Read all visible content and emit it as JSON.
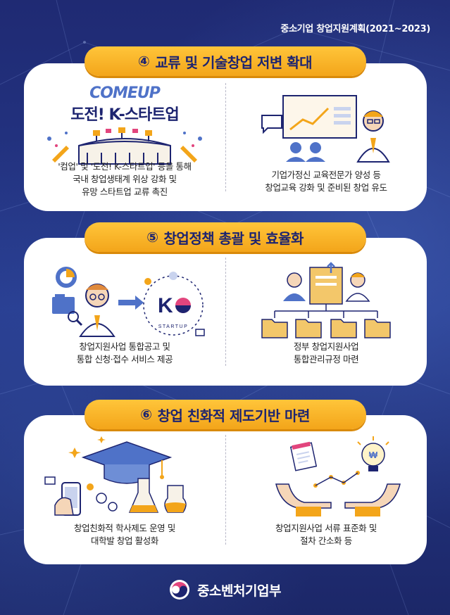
{
  "header": {
    "title": "중소기업 창업지원계획(2021~2023)"
  },
  "sections": [
    {
      "number": "④",
      "title": "교류 및 기술창업 저변 확대",
      "left": {
        "brand_logo": "COMEUP",
        "brand_sub": "도전! K-스타트업",
        "caption": [
          "'컴업' 및 '도전! K-스타트업' 등을 통해",
          "국내 창업생태계 위상 강화 및",
          "유망 스타트업 교류 촉진"
        ]
      },
      "right": {
        "caption": [
          "기업가정신 교육전문가 양성 등",
          "창업교육 강화 및 준비된 창업 유도"
        ]
      }
    },
    {
      "number": "⑤",
      "title": "창업정책 총괄 및 효율화",
      "left": {
        "startup_word": "STARTUP",
        "caption": [
          "창업지원사업 통합공고 및",
          "통합 신청·접수 서비스 제공"
        ]
      },
      "right": {
        "caption": [
          "정부 창업지원사업",
          "통합관리규정 마련"
        ]
      }
    },
    {
      "number": "⑥",
      "title": "창업 친화적 제도기반 마련",
      "left": {
        "caption": [
          "창업친화적 학사제도 운영 및",
          "대학발 창업 활성화"
        ]
      },
      "right": {
        "caption": [
          "창업지원사업 서류 표준화 및",
          "절차 간소화 등"
        ]
      }
    }
  ],
  "footer": {
    "ministry": "중소벤처기업부"
  },
  "colors": {
    "navy": "#1d2470",
    "gold": "#f3a51a",
    "blue": "#4f72c8",
    "pink": "#e2457d"
  }
}
